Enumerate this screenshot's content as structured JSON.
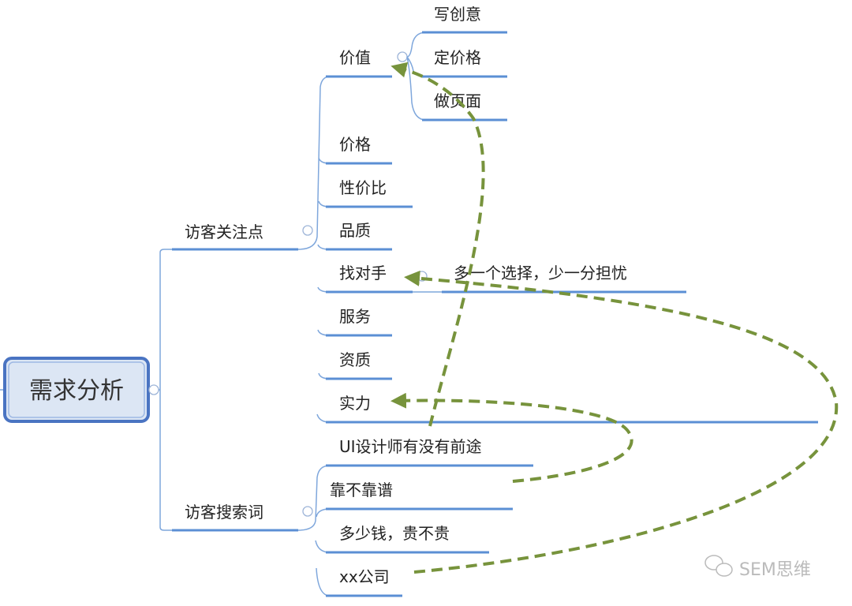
{
  "root": {
    "label": "需求分析"
  },
  "branches": [
    {
      "label": "访客关注点",
      "children": [
        {
          "label": "价值",
          "children": [
            "写创意",
            "定价格",
            "做页面"
          ]
        },
        {
          "label": "价格"
        },
        {
          "label": "性价比"
        },
        {
          "label": "品质"
        },
        {
          "label": "找对手",
          "children": [
            "多一个选择，少一分担忧"
          ]
        },
        {
          "label": "服务"
        },
        {
          "label": "资质"
        },
        {
          "label": "实力"
        }
      ]
    },
    {
      "label": "访客搜索词",
      "children": [
        "UI设计师有没有前途",
        "靠不靠谱",
        "多少钱，贵不贵",
        "xx公司"
      ]
    }
  ],
  "relations": [
    {
      "from": "靠不靠谱",
      "to": "实力"
    },
    {
      "from": "UI设计师有没有前途",
      "to": "价值"
    },
    {
      "from": "xx公司",
      "to": "找对手"
    }
  ],
  "colors": {
    "line": "#5b8fd4",
    "arrow": "#77933c",
    "root_fill": "#dce6f4",
    "root_border": "#4a74c2"
  },
  "watermark": "SEM思维"
}
